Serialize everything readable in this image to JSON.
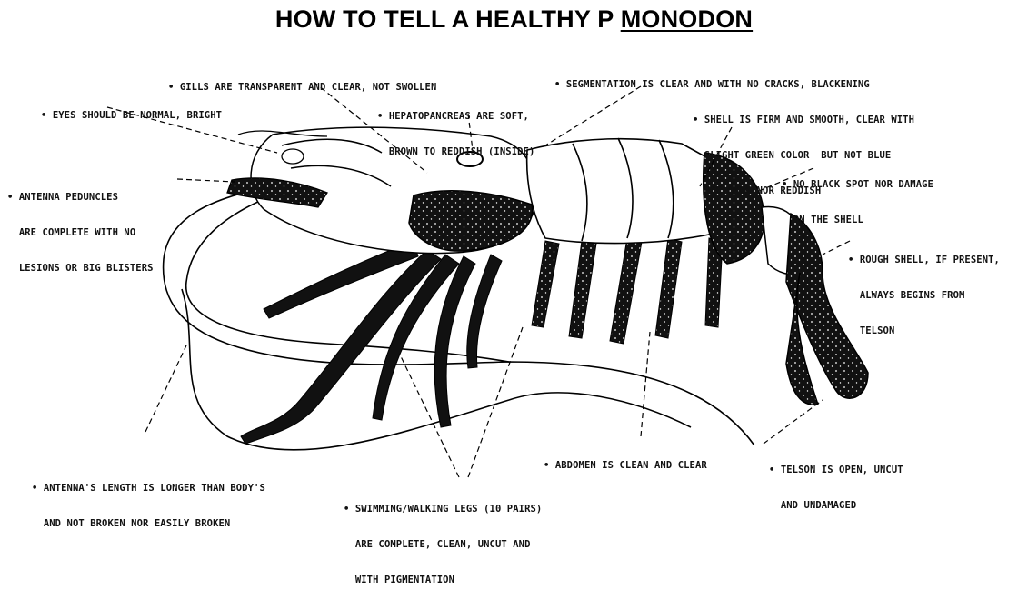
{
  "title": {
    "prefix": "HOW TO TELL A HEALTHY P ",
    "underlined": "MONODON"
  },
  "labels": {
    "gills": [
      "• GILLS ARE TRANSPARENT AND CLEAR, NOT SWOLLEN"
    ],
    "segmentation": [
      "• SEGMENTATION IS CLEAR AND WITH NO CRACKS, BLACKENING"
    ],
    "eyes": [
      "• EYES SHOULD BE NORMAL, BRIGHT"
    ],
    "hepato": [
      "• HEPATOPANCREAS ARE SOFT,",
      "  BROWN TO REDDISH (INSIDE)"
    ],
    "shell": [
      "• SHELL IS FIRM AND SMOOTH, CLEAR WITH",
      "  SLIGHT GREEN COLOR  BUT NOT BLUE",
      "  NOR DARK NOR REDDISH"
    ],
    "blackspot": [
      "• NO BLACK SPOT NOR DAMAGE",
      "  ON THE SHELL"
    ],
    "antenna_ped": [
      "• ANTENNA PEDUNCLES",
      "  ARE COMPLETE WITH NO",
      "  LESIONS OR BIG BLISTERS"
    ],
    "rough": [
      "• ROUGH SHELL, IF PRESENT,",
      "  ALWAYS BEGINS FROM",
      "  TELSON"
    ],
    "antenna_len": [
      "• ANTENNA'S LENGTH IS LONGER THAN BODY'S",
      "  AND NOT BROKEN NOR EASILY BROKEN"
    ],
    "abdomen": [
      "• ABDOMEN IS CLEAN AND CLEAR"
    ],
    "telson": [
      "• TELSON IS OPEN, UNCUT",
      "  AND UNDAMAGED"
    ],
    "legs": [
      "• SWIMMING/WALKING LEGS (10 PAIRS)",
      "  ARE COMPLETE, CLEAN, UNCUT AND",
      "  WITH PIGMENTATION"
    ]
  }
}
